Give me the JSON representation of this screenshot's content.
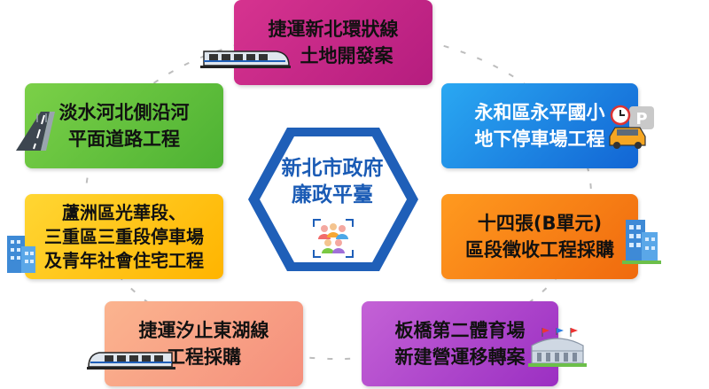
{
  "center": {
    "title_line1": "新北市政府",
    "title_line2": "廉政平臺",
    "icon": "people-group-icon"
  },
  "projects": [
    {
      "line1": "捷運新北環狀線",
      "line2": "土地開發案",
      "icon": "train-icon"
    },
    {
      "line1": "永和區永平國小",
      "line2": "地下停車場工程",
      "icon": "parking-icon"
    },
    {
      "line1": "十四張(B單元)",
      "line2": "區段徵收工程採購",
      "icon": "building-icon"
    },
    {
      "line1": "板橋第二體育場",
      "line2": "新建營運移轉案",
      "icon": "stadium-icon"
    },
    {
      "line1": "捷運汐止東湖線",
      "line2": "工程採購",
      "icon": "train-icon"
    },
    {
      "line1": "蘆洲區光華段、",
      "line2": "三重區三重段停車場",
      "line3": "及青年社會住宅工程",
      "icon": "building-icon"
    },
    {
      "line1": "淡水河北側沿河",
      "line2": "平面道路工程",
      "icon": "road-icon"
    }
  ],
  "colors": {
    "hexagon": "#1f5fb8",
    "ring": "#b8b8b8"
  }
}
